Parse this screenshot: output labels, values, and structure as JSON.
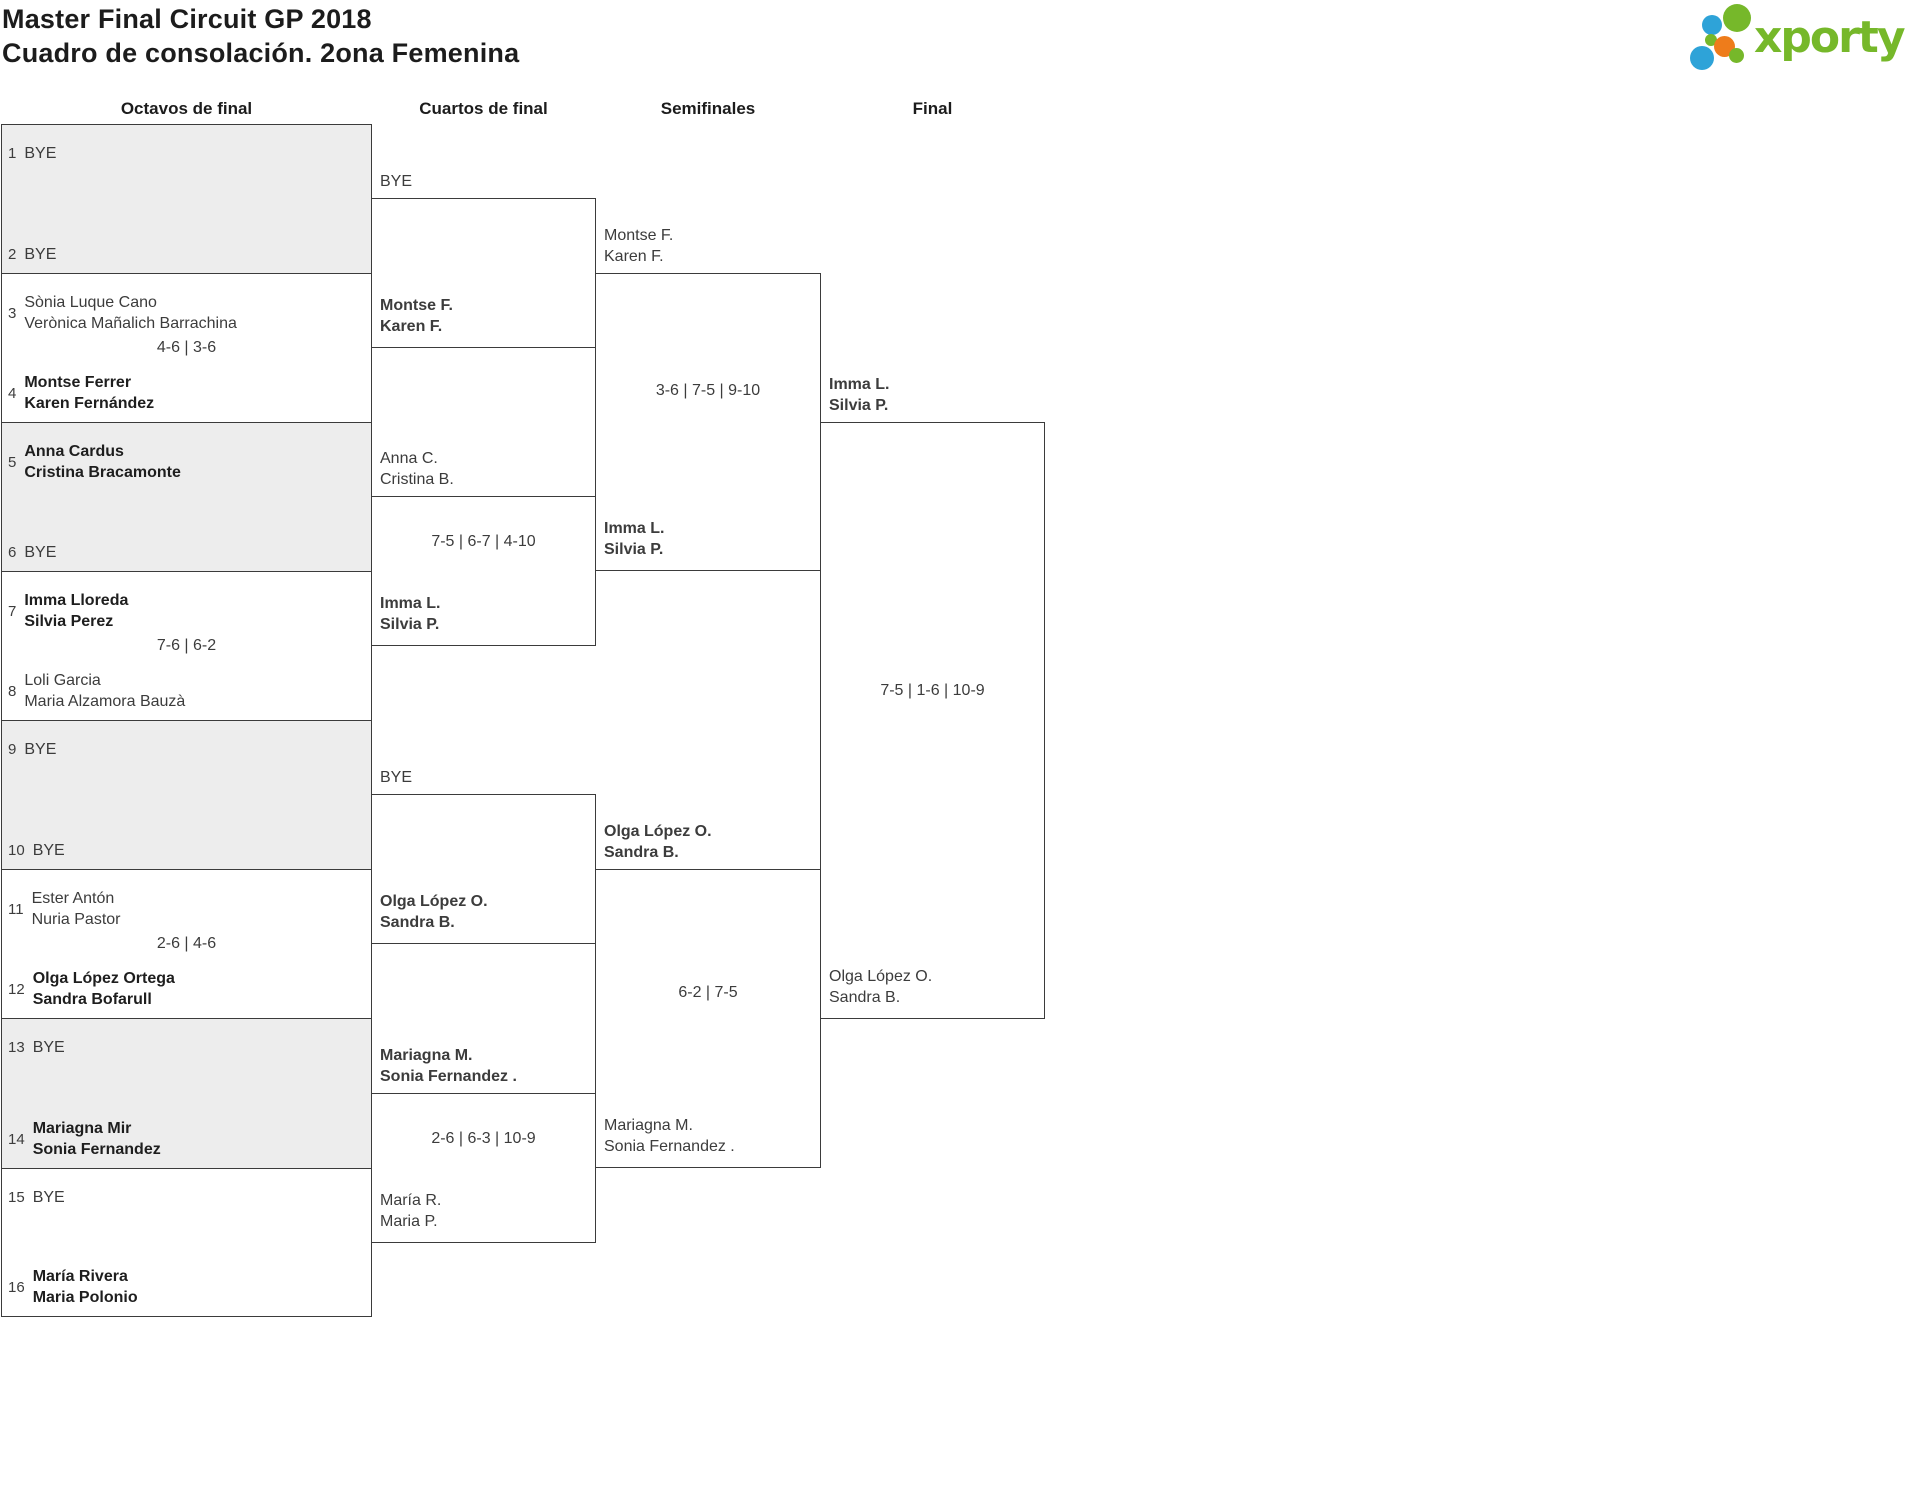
{
  "header": {
    "title": "Master Final Circuit GP 2018",
    "subtitle": "Cuadro de consolación. 2ona Femenina",
    "logo_text": "xporty"
  },
  "round_headers": {
    "octavos": "Octavos de final",
    "cuartos": "Cuartos de final",
    "semifinales": "Semifinales",
    "final": "Final"
  },
  "colors": {
    "logo_green": "#76b82a",
    "logo_blue": "#2ea3d8",
    "logo_orange": "#ee7c1b",
    "shaded_row_fill": "#ededed",
    "line": "#3b3b3b",
    "text": "#3c3c3c"
  },
  "bracket": {
    "octavos": [
      {
        "seed_top": "1",
        "top": [
          "BYE"
        ],
        "seed_bottom": "2",
        "bottom": [
          "BYE"
        ],
        "score": "",
        "winner": ""
      },
      {
        "seed_top": "3",
        "top": [
          "Sònia Luque Cano",
          "Verònica Mañalich Barrachina"
        ],
        "seed_bottom": "4",
        "bottom": [
          "Montse Ferrer",
          "Karen Fernández"
        ],
        "score": "4-6 | 3-6",
        "winner": "bottom"
      },
      {
        "seed_top": "5",
        "top": [
          "Anna Cardus",
          "Cristina Bracamonte"
        ],
        "seed_bottom": "6",
        "bottom": [
          "BYE"
        ],
        "score": "",
        "winner": "top"
      },
      {
        "seed_top": "7",
        "top": [
          "Imma Lloreda",
          "Silvia Perez"
        ],
        "seed_bottom": "8",
        "bottom": [
          "Loli Garcia",
          "Maria Alzamora Bauzà"
        ],
        "score": "7-6 | 6-2",
        "winner": "top"
      },
      {
        "seed_top": "9",
        "top": [
          "BYE"
        ],
        "seed_bottom": "10",
        "bottom": [
          "BYE"
        ],
        "score": "",
        "winner": ""
      },
      {
        "seed_top": "11",
        "top": [
          "Ester Antón",
          "Nuria Pastor"
        ],
        "seed_bottom": "12",
        "bottom": [
          "Olga López Ortega",
          "Sandra Bofarull"
        ],
        "score": "2-6 | 4-6",
        "winner": "bottom"
      },
      {
        "seed_top": "13",
        "top": [
          "BYE"
        ],
        "seed_bottom": "14",
        "bottom": [
          "Mariagna Mir",
          "Sonia Fernandez"
        ],
        "score": "",
        "winner": "bottom"
      },
      {
        "seed_top": "15",
        "top": [
          "BYE"
        ],
        "seed_bottom": "16",
        "bottom": [
          "María Rivera",
          "Maria Polonio"
        ],
        "score": "",
        "winner": "bottom"
      }
    ],
    "cuartos": [
      {
        "top": [
          "BYE"
        ],
        "bottom": [
          "Montse F.",
          "Karen F."
        ],
        "score": "",
        "winner": "bottom"
      },
      {
        "top": [
          "Anna C.",
          "Cristina B."
        ],
        "bottom": [
          "Imma L.",
          "Silvia P."
        ],
        "score": "7-5 | 6-7 | 4-10",
        "winner": "bottom"
      },
      {
        "top": [
          "BYE"
        ],
        "bottom": [
          "Olga López O.",
          "Sandra B."
        ],
        "score": "",
        "winner": "bottom"
      },
      {
        "top": [
          "Mariagna M.",
          "Sonia Fernandez ."
        ],
        "bottom": [
          "María R.",
          "Maria P."
        ],
        "score": "2-6 | 6-3 | 10-9",
        "winner": "top"
      }
    ],
    "semifinales": [
      {
        "top": [
          "Montse F.",
          "Karen F."
        ],
        "bottom": [
          "Imma L.",
          "Silvia P."
        ],
        "score": "3-6 | 7-5 | 9-10",
        "winner": "bottom"
      },
      {
        "top": [
          "Olga López O.",
          "Sandra B."
        ],
        "bottom": [
          "Mariagna M.",
          "Sonia Fernandez ."
        ],
        "score": "6-2 | 7-5",
        "winner": "top"
      }
    ],
    "final": [
      {
        "top": [
          "Imma L.",
          "Silvia P."
        ],
        "bottom": [
          "Olga López O.",
          "Sandra B."
        ],
        "score": "7-5 | 1-6 | 10-9",
        "winner": "top"
      }
    ]
  }
}
